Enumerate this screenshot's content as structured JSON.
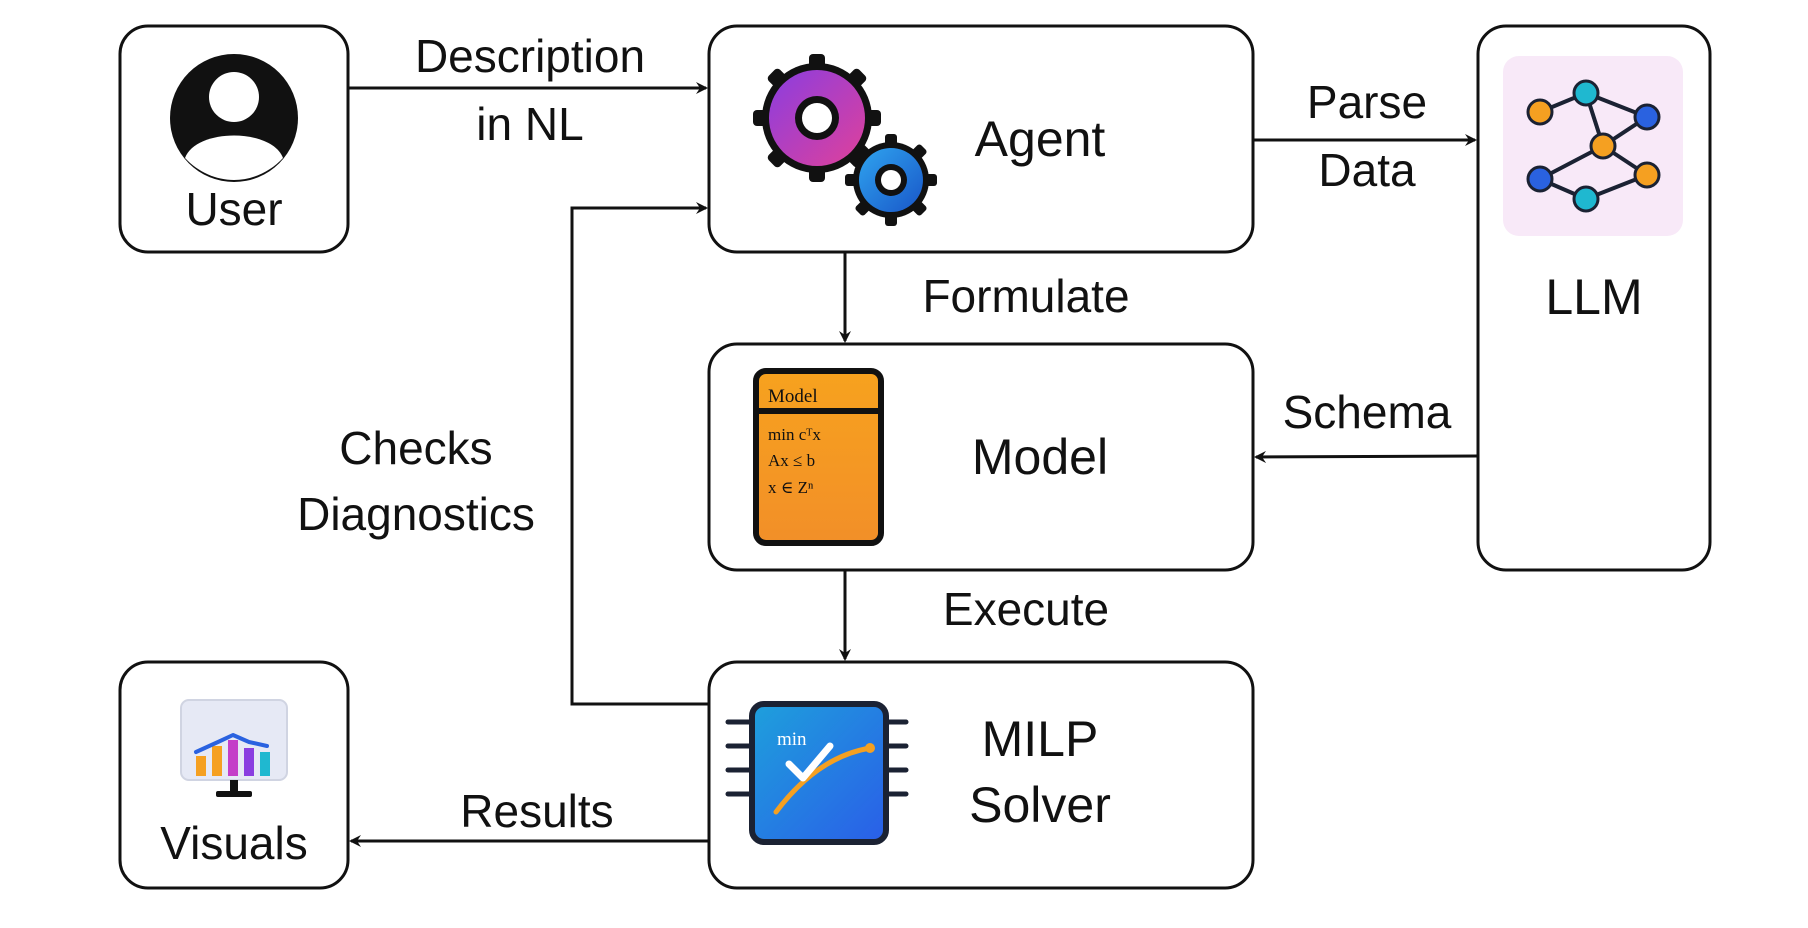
{
  "nodes": {
    "user": "User",
    "agent": "Agent",
    "llm": "LLM",
    "model": "Model",
    "solver_line1": "MILP",
    "solver_line2": "Solver",
    "visuals": "Visuals"
  },
  "edges": {
    "description_line1": "Description",
    "description_line2": "in NL",
    "parse_line1": "Parse",
    "parse_line2": "Data",
    "formulate": "Formulate",
    "schema": "Schema",
    "execute": "Execute",
    "checks_line1": "Checks",
    "checks_line2": "Diagnostics",
    "results": "Results"
  },
  "model_card": {
    "header": "Model",
    "line1": "min cᵀx",
    "line2": "Ax ≤ b",
    "line3": "x ∈ Zⁿ"
  },
  "solver_chip": {
    "label": "min"
  },
  "icons": {
    "user": "user-avatar-icon",
    "agent": "gears-icon",
    "llm": "network-graph-icon",
    "model": "model-document-icon",
    "solver": "solver-chip-icon",
    "visuals": "monitor-chart-icon"
  },
  "colors": {
    "gear_purple": "#b23fd0",
    "gear_blue": "#1e7bd8",
    "model_orange": "#f7a21e",
    "solver_blue": "#1a73e8",
    "llm_bg": "#f8e9f8",
    "node_orange": "#f5a021",
    "node_teal": "#1fb8d0",
    "node_blue": "#2a62e0"
  }
}
